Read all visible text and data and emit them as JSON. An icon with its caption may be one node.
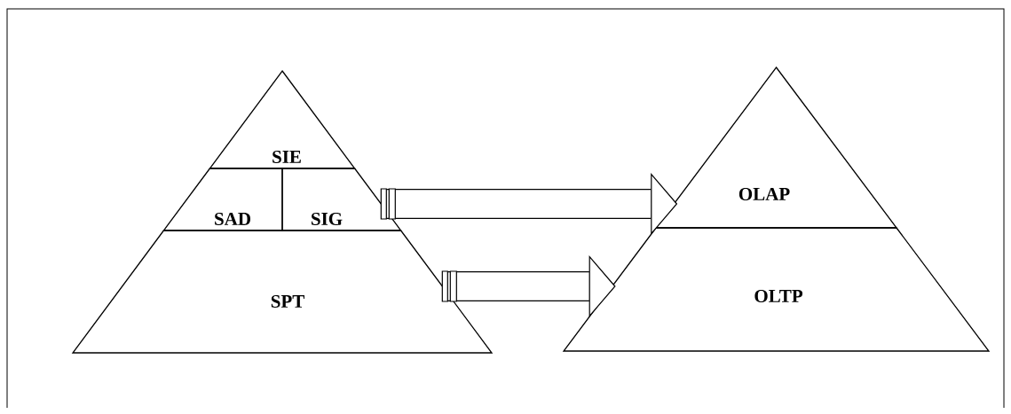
{
  "diagram": {
    "nodes": [
      {
        "text": [
          "SIE"
        ]
      },
      {
        "text": [
          "SAD"
        ]
      },
      {
        "text": [
          "SIG"
        ]
      },
      {
        "text": [
          "SPT"
        ]
      },
      {
        "text": [
          "OLAP"
        ]
      },
      {
        "text": [
          "OLTP"
        ]
      }
    ],
    "edges": [
      {
        "from": 2,
        "to": 4,
        "arrow": "to"
      },
      {
        "from": 3,
        "to": 5,
        "arrow": "to"
      }
    ]
  }
}
